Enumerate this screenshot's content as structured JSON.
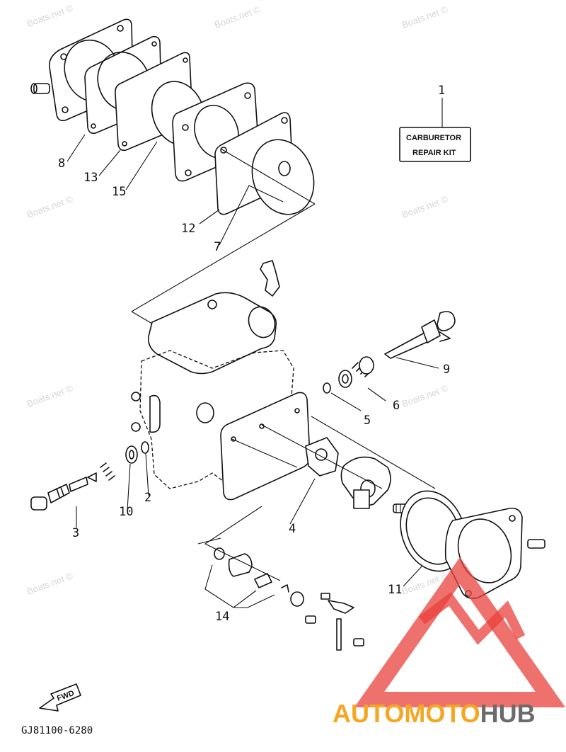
{
  "watermark": "Boats.net ©",
  "kit_box": {
    "line1": "CARBURETOR",
    "line2": "REPAIR KIT"
  },
  "callouts": {
    "n1": "1",
    "n2": "2",
    "n3": "3",
    "n4": "4",
    "n5": "5",
    "n6": "6",
    "n7": "7",
    "n8": "8",
    "n9": "9",
    "n10": "10",
    "n11": "11",
    "n12": "12",
    "n13": "13",
    "n14": "14",
    "n15": "15"
  },
  "fwd_label": "FWD",
  "diagram_code": "GJ81100-6280",
  "logo": {
    "part1": "AUTOMOTO",
    "part2": "HUB",
    "color1": "#f5a623",
    "color2": "#6b6b6b",
    "triangle_color": "#e8413c"
  }
}
